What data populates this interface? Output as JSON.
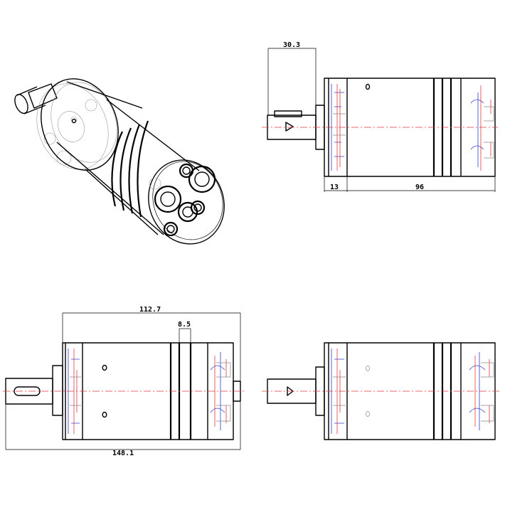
{
  "drawing": {
    "colors": {
      "outline": "#000000",
      "centerline": "#e23a3a",
      "hidden_red": "#e23a3a",
      "hidden_blue": "#3340d0",
      "ghost": "#9a9a9a"
    },
    "dimensions": {
      "shaft_length": "30.3",
      "flange_thickness": "13",
      "body_length": "96",
      "overall_length_to_ports": "112.7",
      "band_width": "8.5",
      "overall_length": "148.1"
    }
  }
}
